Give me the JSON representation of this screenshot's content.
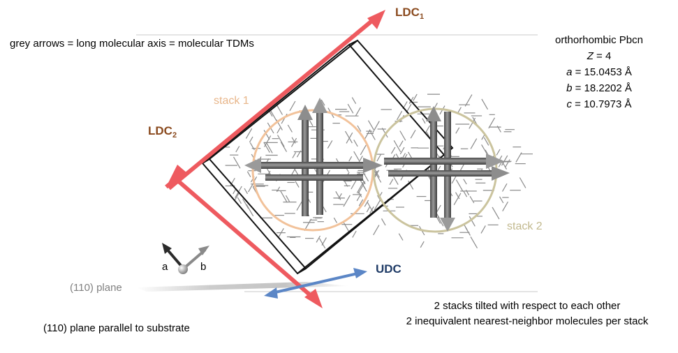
{
  "legend_note": "grey arrows = long molecular axis = molecular TDMs",
  "lattice": {
    "system": "orthorhombic Pbcn",
    "z_label": "Z",
    "z_value": " = 4",
    "a_label": "a",
    "a_value": " = 15.0453 Å",
    "b_label": "b",
    "b_value": " = 18.2202 Å",
    "c_label": "c",
    "c_value": " = 10.7973 Å"
  },
  "ldc1": {
    "label": "LDC",
    "sub": "1"
  },
  "ldc2": {
    "label": "LDC",
    "sub": "2"
  },
  "udc_label": "UDC",
  "stack1_label": "stack 1",
  "stack2_label": "stack 2",
  "plane_label": "(110) plane",
  "axis_a_label": "a",
  "axis_b_label": "b",
  "bottom_left_note": "(110) plane parallel to substrate",
  "bottom_right_notes": [
    "2 stacks tilted with respect to each other",
    "2 inequivalent nearest-neighbor molecules per stack"
  ],
  "colors": {
    "ldc_arrow": "#ee5a5f",
    "udc_arrow": "#5b86c6",
    "stack1_circle": "#f2c29a",
    "stack2_circle": "#cbc49e",
    "unit_cell": "#111111",
    "molecule_rod": "#6e6e6e",
    "plane": "#cfcfcf"
  }
}
